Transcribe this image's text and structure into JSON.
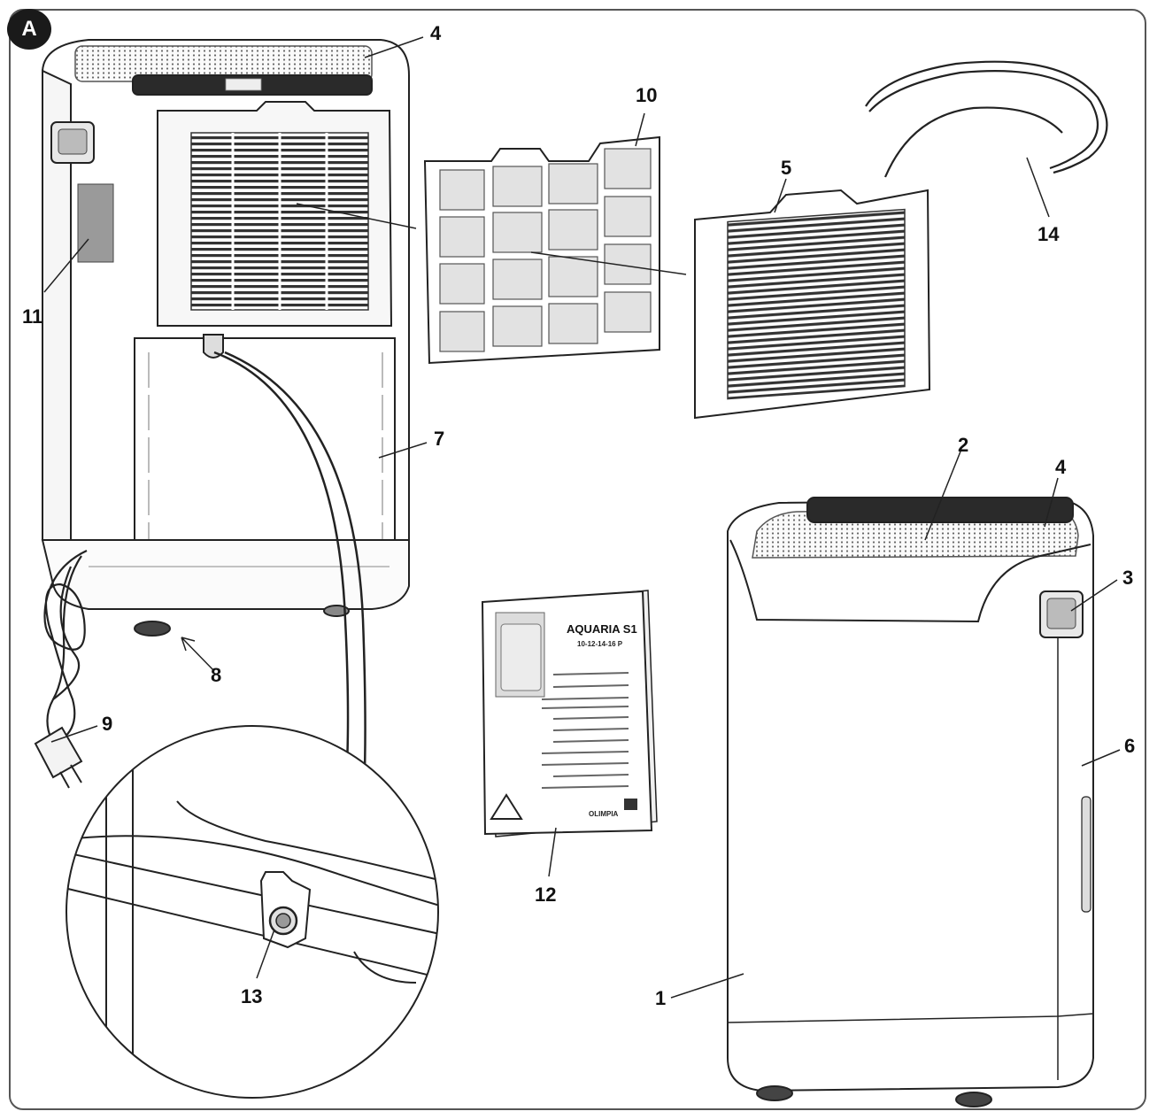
{
  "figure": {
    "badge": "A",
    "labels": [
      "1",
      "2",
      "3",
      "4",
      "4",
      "5",
      "6",
      "7",
      "8",
      "9",
      "10",
      "11",
      "12",
      "13",
      "14"
    ]
  },
  "manual": {
    "title": "AQUARIA S1",
    "models": "10-12-14-16 P"
  },
  "colors": {
    "stroke": "#222222",
    "panel": "#f4f4f4",
    "grille": "#333333",
    "filter": "#e2e2e2"
  }
}
